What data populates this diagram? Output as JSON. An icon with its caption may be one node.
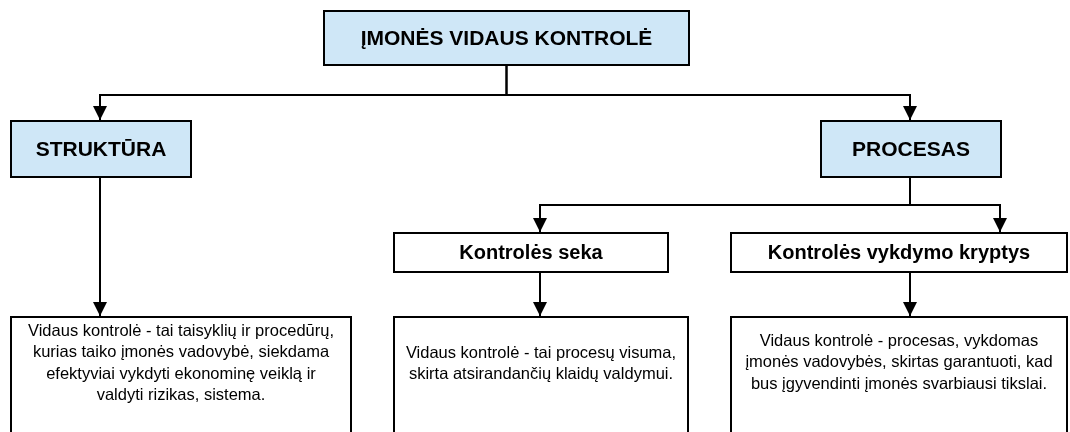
{
  "diagram": {
    "nodes": [
      {
        "text": [
          "ĮMONĖS VIDAUS KONTROLĖ"
        ]
      },
      {
        "text": [
          "STRUKTŪRA"
        ]
      },
      {
        "text": [
          "PROCESAS"
        ]
      },
      {
        "text": [
          "Kontrolės seka"
        ]
      },
      {
        "text": [
          "Kontrolės vykdymo kryptys"
        ]
      },
      {
        "text": [
          "Vidaus kontrolė - tai taisyklių ir procedūrų, kurias taiko įmonės vadovybė, siekdama efektyviai vykdyti ekonominę veiklą ir valdyti rizikas, sistema."
        ]
      },
      {
        "text": [
          "Vidaus kontrolė - tai procesų visuma, skirta atsirandančių klaidų valdymui."
        ]
      },
      {
        "text": [
          "Vidaus kontrolė - procesas, vykdomas įmonės vadovybės, skirtas garantuoti, kad bus įgyvendinti įmonės svarbiausi tikslai."
        ]
      }
    ],
    "edges": [
      {
        "from": 0,
        "to": 1,
        "arrow": "to"
      },
      {
        "from": 0,
        "to": 2,
        "arrow": "to"
      },
      {
        "from": 1,
        "to": 5,
        "arrow": "to"
      },
      {
        "from": 2,
        "to": 3,
        "arrow": "to"
      },
      {
        "from": 2,
        "to": 4,
        "arrow": "to"
      },
      {
        "from": 3,
        "to": 6,
        "arrow": "to"
      },
      {
        "from": 4,
        "to": 7,
        "arrow": "to"
      }
    ]
  }
}
